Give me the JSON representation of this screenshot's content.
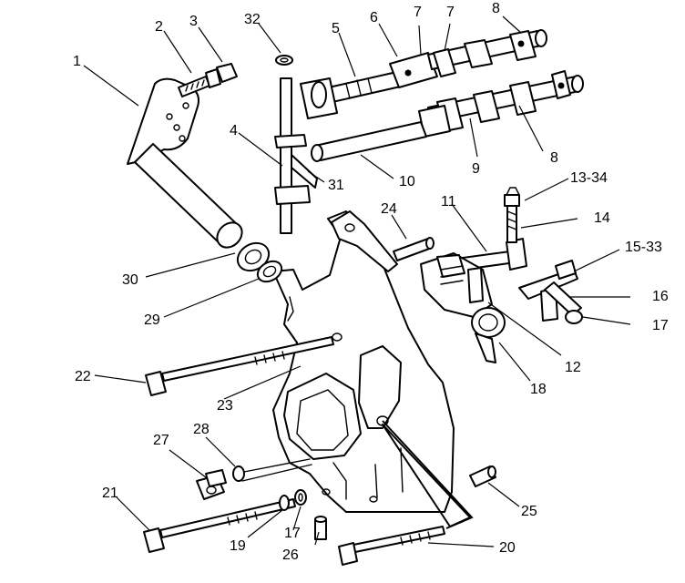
{
  "diagram": {
    "labels": {
      "l1": "1",
      "l2": "2",
      "l3": "3",
      "l32": "32",
      "l5": "5",
      "l6": "6",
      "l7a": "7",
      "l7b": "7",
      "l8a": "8",
      "l8b": "8",
      "l4": "4",
      "l31": "31",
      "l10": "10",
      "l9": "9",
      "l13_34": "13-34",
      "l14": "14",
      "l11": "11",
      "l24": "24",
      "l15_33": "15-33",
      "l16": "16",
      "l17a": "17",
      "l30": "30",
      "l29": "29",
      "l12": "12",
      "l18": "18",
      "l22": "22",
      "l23": "23",
      "l28": "28",
      "l27": "27",
      "l21": "21",
      "l25": "25",
      "l19": "19",
      "l17b": "17",
      "l26": "26",
      "l20": "20"
    }
  }
}
